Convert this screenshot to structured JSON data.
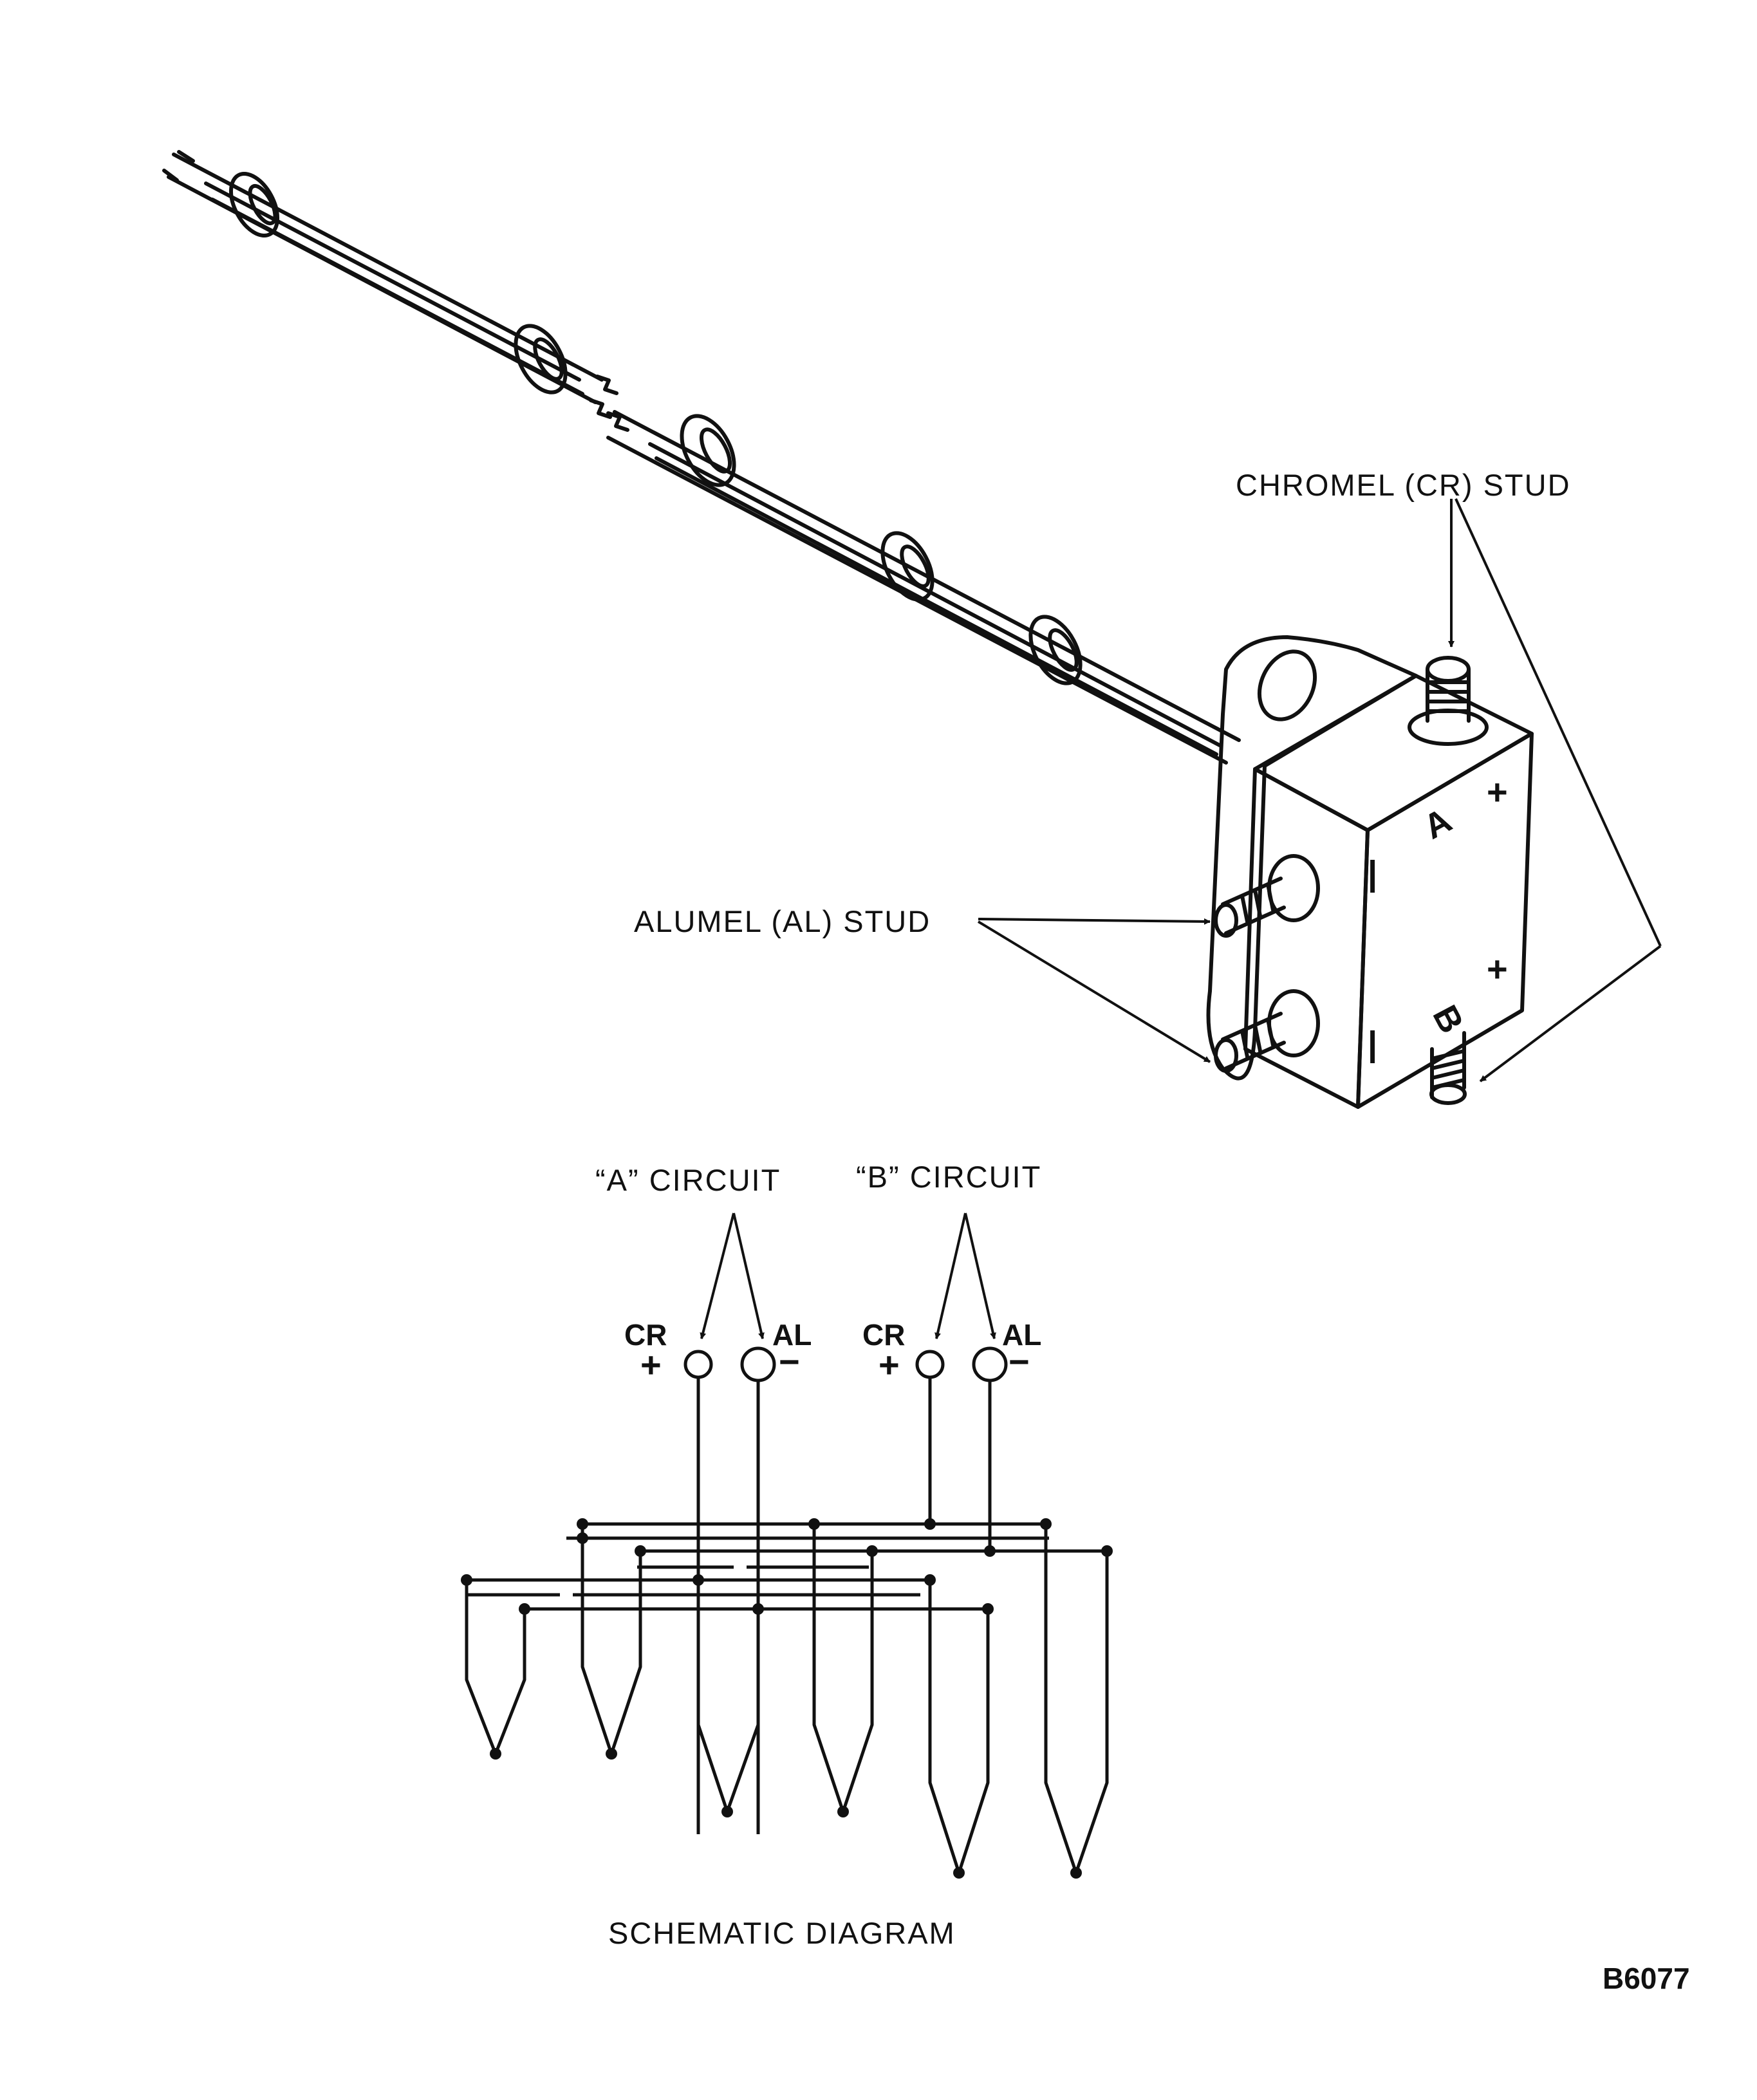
{
  "labels": {
    "chromel_stud": "CHROMEL (CR) STUD",
    "alumel_stud": "ALUMEL (AL) STUD",
    "a_circuit": "“A” CIRCUIT",
    "b_circuit": "“B” CIRCUIT",
    "schematic_title": "SCHEMATIC DIAGRAM",
    "figure_code": "B6077"
  },
  "terminals": {
    "a_cr_label": "CR",
    "a_cr_sign": "+",
    "a_al_label": "AL",
    "a_al_sign": "−",
    "b_cr_label": "CR",
    "b_cr_sign": "+",
    "b_al_label": "AL",
    "b_al_sign": "−"
  },
  "block_markings": {
    "face_a": "A",
    "face_b": "B",
    "plus_top": "+",
    "plus_bottom": "+",
    "minus_top": "|",
    "minus_bottom": "|"
  },
  "colors": {
    "ink": "#111111",
    "paper": "#ffffff"
  }
}
